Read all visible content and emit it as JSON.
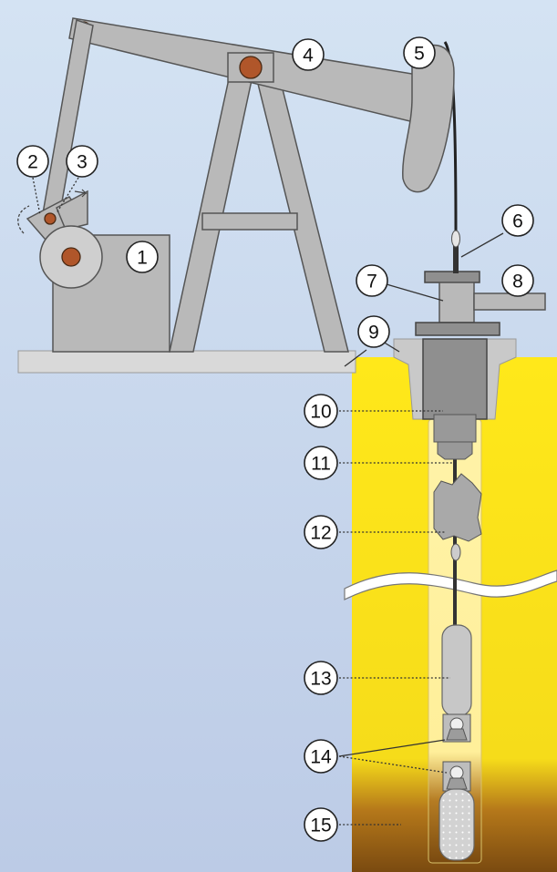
{
  "labels": [
    {
      "id": "1",
      "text": "1"
    },
    {
      "id": "2",
      "text": "2"
    },
    {
      "id": "3",
      "text": "3"
    },
    {
      "id": "4",
      "text": "4"
    },
    {
      "id": "5",
      "text": "5"
    },
    {
      "id": "6",
      "text": "6"
    },
    {
      "id": "7",
      "text": "7"
    },
    {
      "id": "8",
      "text": "8"
    },
    {
      "id": "9",
      "text": "9"
    },
    {
      "id": "10",
      "text": "10"
    },
    {
      "id": "11",
      "text": "11"
    },
    {
      "id": "12",
      "text": "12"
    },
    {
      "id": "13",
      "text": "13"
    },
    {
      "id": "14",
      "text": "14"
    },
    {
      "id": "15",
      "text": "15"
    }
  ],
  "colors": {
    "sky_top": "#d4e3f3",
    "sky_bottom": "#bccbe6",
    "metal": "#b9b9b9",
    "metal_dark": "#8f8f8f",
    "pivot": "#b0562a",
    "ground_sand": "#fde51b",
    "oil": "#7a4a10"
  }
}
